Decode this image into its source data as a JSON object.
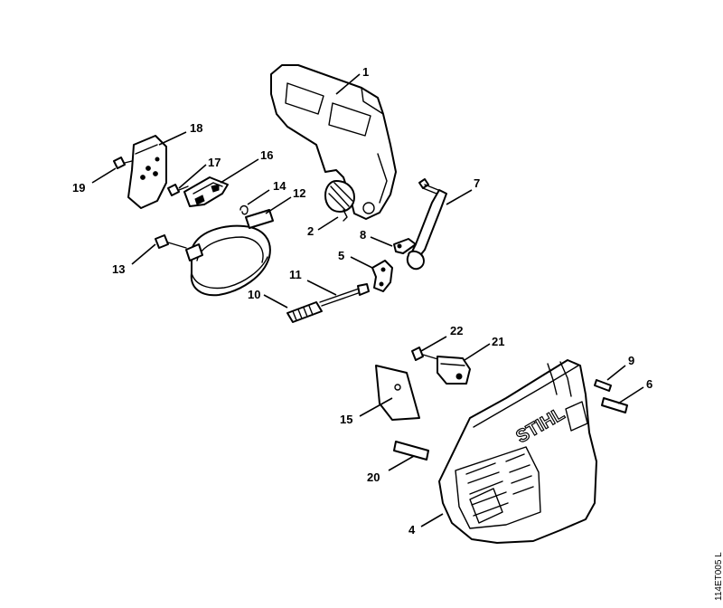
{
  "diagram": {
    "reference_code": "114ET005 L",
    "brand_mark": "STIHL",
    "callouts": [
      {
        "id": "c1",
        "label": "1"
      },
      {
        "id": "c2",
        "label": "2"
      },
      {
        "id": "c4",
        "label": "4"
      },
      {
        "id": "c5",
        "label": "5"
      },
      {
        "id": "c6",
        "label": "6"
      },
      {
        "id": "c7",
        "label": "7"
      },
      {
        "id": "c8",
        "label": "8"
      },
      {
        "id": "c9",
        "label": "9"
      },
      {
        "id": "c10",
        "label": "10"
      },
      {
        "id": "c11",
        "label": "11"
      },
      {
        "id": "c12",
        "label": "12"
      },
      {
        "id": "c13",
        "label": "13"
      },
      {
        "id": "c14",
        "label": "14"
      },
      {
        "id": "c15",
        "label": "15"
      },
      {
        "id": "c16",
        "label": "16"
      },
      {
        "id": "c17",
        "label": "17"
      },
      {
        "id": "c18",
        "label": "18"
      },
      {
        "id": "c19",
        "label": "19"
      },
      {
        "id": "c20",
        "label": "20"
      },
      {
        "id": "c21",
        "label": "21"
      },
      {
        "id": "c22",
        "label": "22"
      }
    ]
  }
}
